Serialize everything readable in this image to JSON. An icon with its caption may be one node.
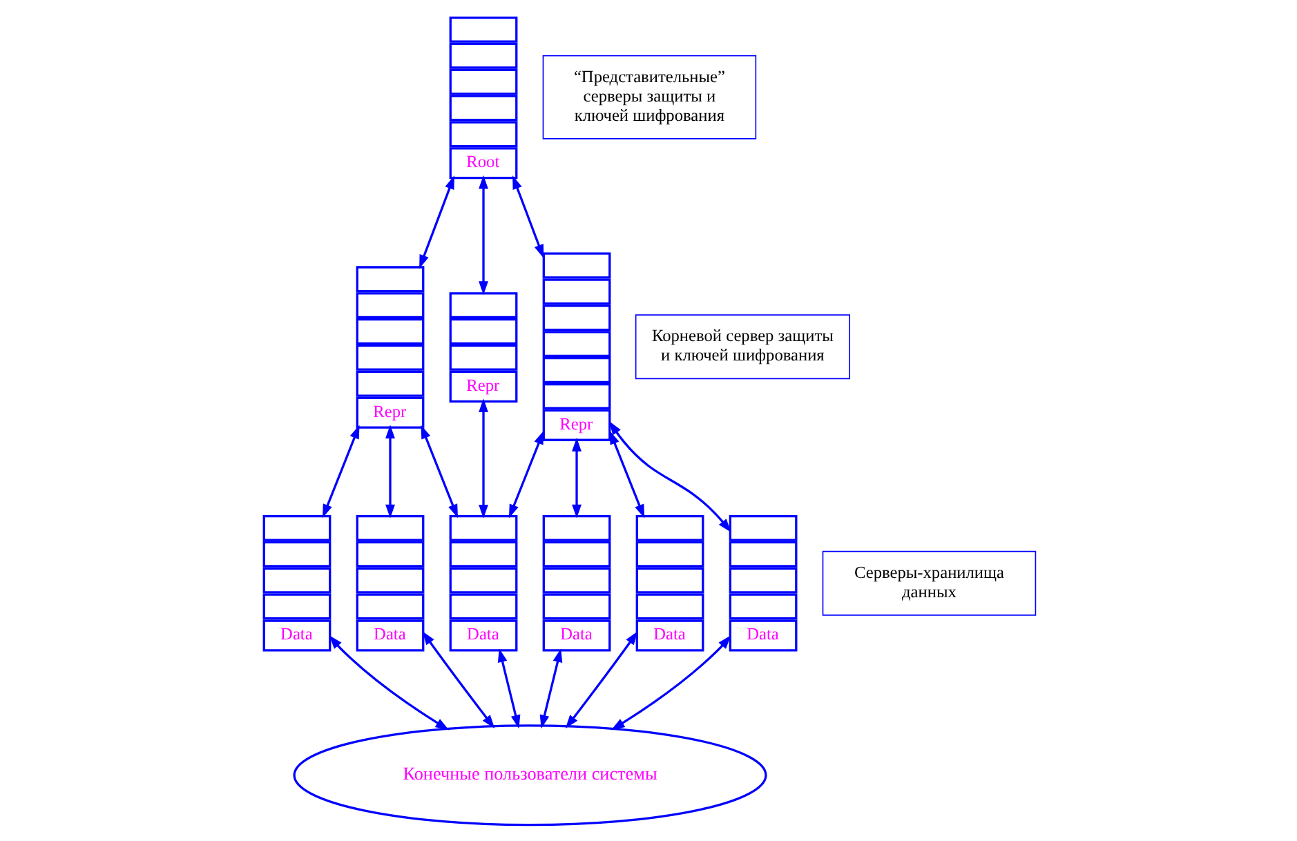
{
  "diagram": {
    "nodes": [
      {
        "text": [
          "Root"
        ]
      },
      {
        "text": [
          "Repr"
        ]
      },
      {
        "text": [
          "Repr"
        ]
      },
      {
        "text": [
          "Repr"
        ]
      },
      {
        "text": [
          "“Представительные” серверы защиты и ключей шифрования"
        ]
      },
      {
        "text": [
          "Корневой сервер защиты и ключей шифрования"
        ]
      },
      {
        "text": [
          "Серверы-хранилища данных"
        ]
      },
      {
        "text": [
          "Data"
        ]
      },
      {
        "text": [
          "Data"
        ]
      },
      {
        "text": [
          "Data"
        ]
      },
      {
        "text": [
          "Data"
        ]
      },
      {
        "text": [
          "Data"
        ]
      },
      {
        "text": [
          "Data"
        ]
      },
      {
        "text": [
          "Конечные пользователи системы"
        ]
      }
    ],
    "edges": [
      {
        "from": 0,
        "to": 3,
        "arrow": "both"
      },
      {
        "from": 0,
        "to": 2,
        "arrow": "both"
      },
      {
        "from": 0,
        "to": 1,
        "arrow": "both"
      },
      {
        "from": 1,
        "to": 7,
        "arrow": "both"
      },
      {
        "from": 1,
        "to": 8,
        "arrow": "both"
      },
      {
        "from": 1,
        "to": 9,
        "arrow": "both"
      },
      {
        "from": 2,
        "to": 9,
        "arrow": "both"
      },
      {
        "from": 3,
        "to": 9,
        "arrow": "both"
      },
      {
        "from": 3,
        "to": 10,
        "arrow": "both"
      },
      {
        "from": 3,
        "to": 11,
        "arrow": "both"
      },
      {
        "from": 3,
        "to": 12,
        "arrow": "both"
      },
      {
        "from": 7,
        "to": 13,
        "arrow": "both"
      },
      {
        "from": 8,
        "to": 13,
        "arrow": "both"
      },
      {
        "from": 9,
        "to": 13,
        "arrow": "both"
      },
      {
        "from": 10,
        "to": 13,
        "arrow": "both"
      },
      {
        "from": 11,
        "to": 13,
        "arrow": "both"
      },
      {
        "from": 12,
        "to": 13,
        "arrow": "both"
      }
    ]
  }
}
